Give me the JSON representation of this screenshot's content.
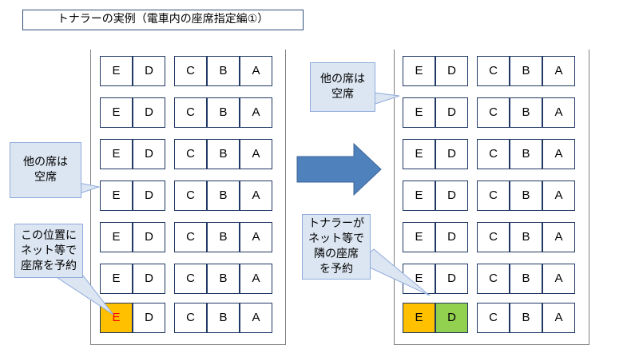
{
  "title": "トナラーの実例（電車内の座席指定編①）",
  "seat_labels": {
    "E": "E",
    "D": "D",
    "C": "C",
    "B": "B",
    "A": "A"
  },
  "left_car": {
    "callout_other": [
      "他の席は",
      "空席"
    ],
    "callout_booked": [
      "この位置に",
      "ネット等で",
      "座席を予約"
    ],
    "reserved_seat": "E"
  },
  "right_car": {
    "callout_other": [
      "他の席は",
      "空席"
    ],
    "callout_tonara": [
      "トナラーが",
      "ネット等で",
      "隣の座席",
      "を予約"
    ],
    "reserved_seats": [
      "E",
      "D"
    ]
  },
  "colors": {
    "my_booking": "#ffc000",
    "tonara_booking": "#92d050",
    "arrow": "#4f81bd",
    "callout_fill": "#dce6f2",
    "reserved_text": "#ff0000"
  }
}
